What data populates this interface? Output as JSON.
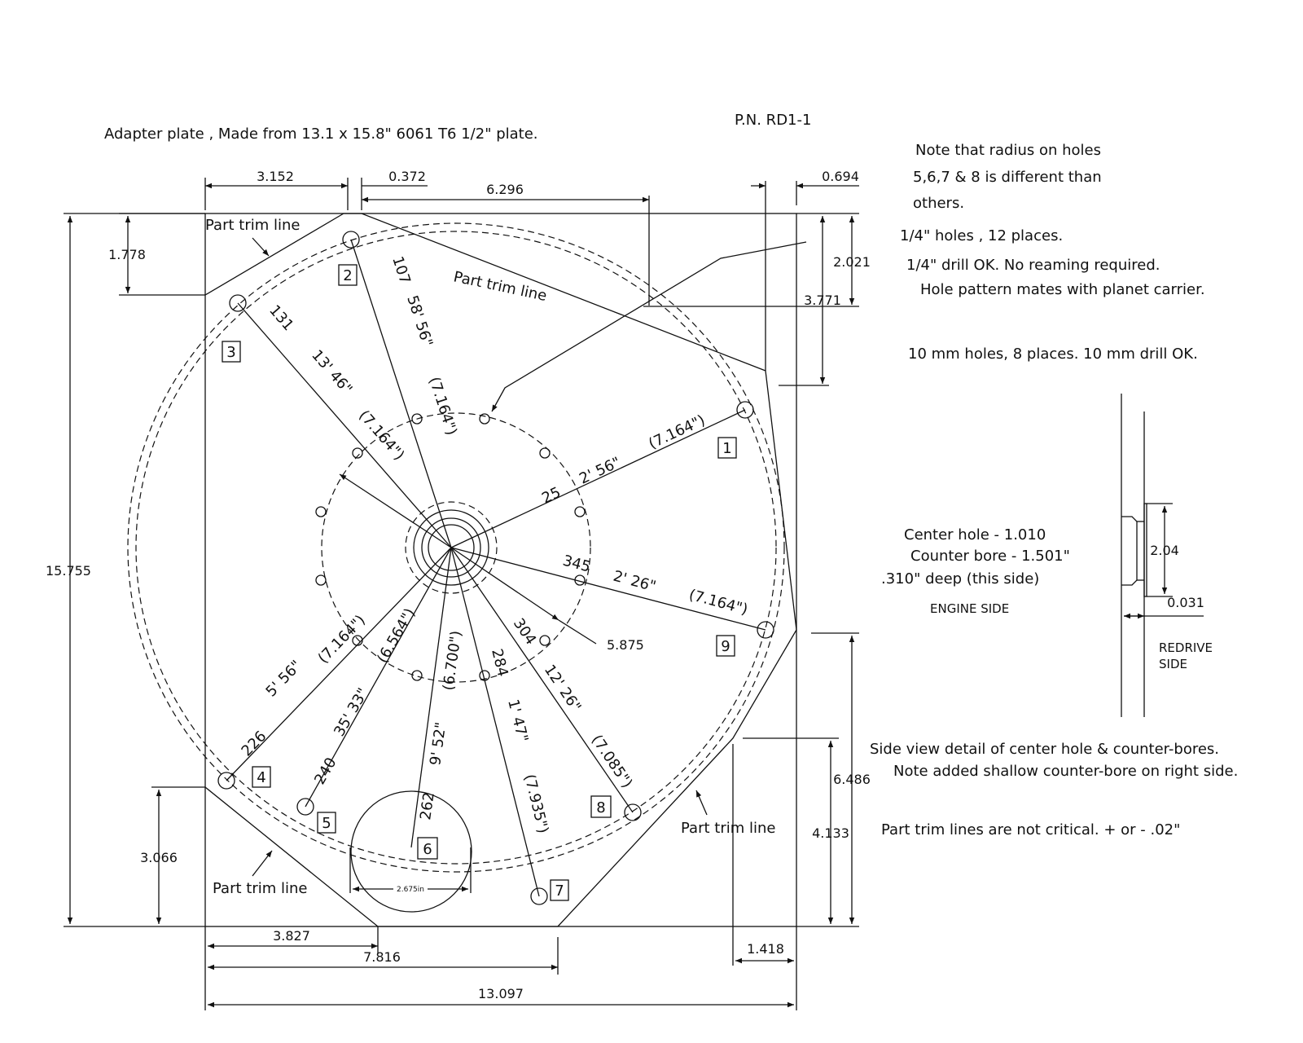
{
  "title": "Adapter plate ,  Made from 13.1 x 15.8\"  6061 T6 1/2\" plate.",
  "part_number": "P.N.   RD1-1",
  "notes": {
    "radius_line1": "Note that radius on holes",
    "radius_line2": "5,6,7 & 8 is different than",
    "radius_line3": "others.",
    "holes_quarter": "1/4\" holes , 12 places.",
    "drill_quarter": "1/4\" drill OK.     No reaming required.",
    "hole_pattern": "Hole pattern mates with planet carrier.",
    "holes_10mm": "10 mm holes, 8 places. 10 mm drill OK.",
    "center_hole": "Center hole - 1.010",
    "counter_bore": "Counter bore - 1.501\"",
    "depth": ".310\" deep (this side)",
    "engine_side": "ENGINE SIDE",
    "redrive_1": "REDRIVE",
    "redrive_2": "SIDE",
    "side_view_1": "Side view detail of center hole & counter-bores.",
    "side_view_2": "Note added shallow counter-bore on right side.",
    "trim_note": "Part trim lines are not critical.  + or -   .02\""
  },
  "trim_line_label": "Part trim line",
  "dimensions": {
    "d3152": "3.152",
    "d0372": "0.372",
    "d6296": "6.296",
    "d0694": "0.694",
    "d1778": "1.778",
    "d2021": "2.021",
    "d3771": "3.771",
    "d15755": "15.755",
    "d3066": "3.066",
    "d6486": "6.486",
    "d4133": "4.133",
    "d3827": "3.827",
    "d7816": "7.816",
    "d13097": "13.097",
    "d1418": "1.418",
    "d5875": "5.875",
    "d2675": "2.675in",
    "d204": "2.04",
    "d0031": "0.031"
  },
  "hole_labels": [
    "1",
    "2",
    "3",
    "4",
    "5",
    "6",
    "7",
    "8",
    "9"
  ],
  "radial_labels": {
    "r2_angle": "107",
    "r2_min": "58' 56\"",
    "r2_rad": "(7.164\")",
    "r3_angle": "131",
    "r3_min": "13' 46\"",
    "r3_rad": "(7.164\")",
    "r1_angle": "25",
    "r1_min": "2' 56\"",
    "r1_rad": "(7.164\")",
    "r9_angle": "345",
    "r9_min": "2' 26\"",
    "r9_rad": "(7.164\")",
    "r4_angle": "226",
    "r4_min": "5' 56\"",
    "r4_rad": "(7.164\")",
    "r5_angle": "240",
    "r5_min": "35' 33\"",
    "r5_rad": "(6.564\")",
    "r6_angle": "262",
    "r6_min": "9' 52\"",
    "r6_rad": "(6.700\")",
    "r7_angle": "284",
    "r7_min": "1' 47\"",
    "r7_rad": "(7.935\")",
    "r8_angle": "304",
    "r8_min": "12' 26\"",
    "r8_rad": "(7.085\")"
  }
}
